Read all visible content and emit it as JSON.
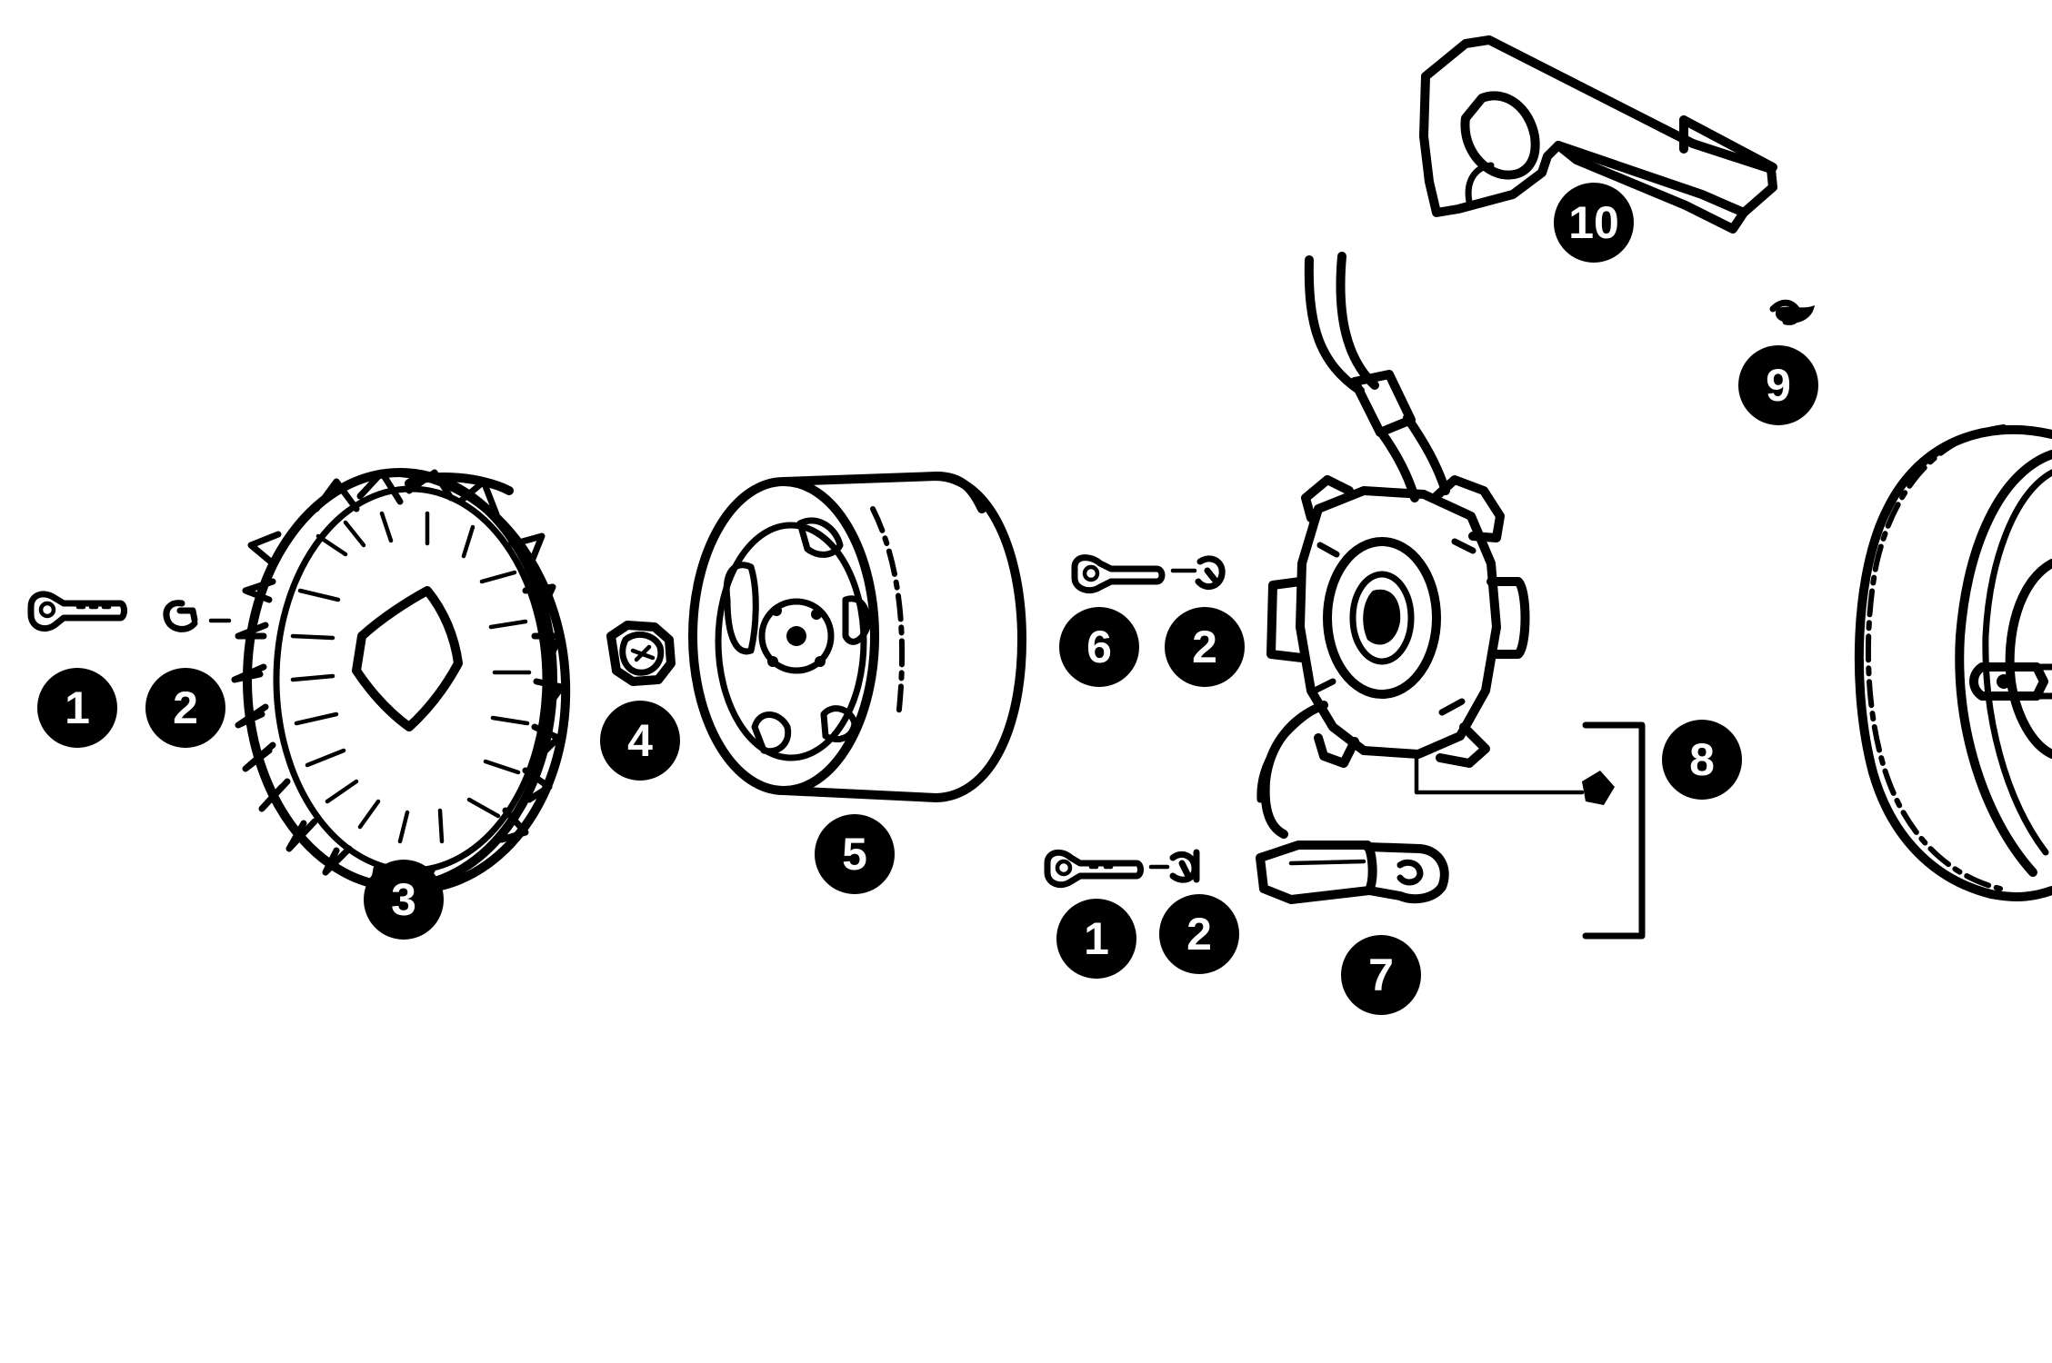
{
  "callouts": [
    "1",
    "2",
    "3",
    "4",
    "5",
    "6",
    "2",
    "1",
    "2",
    "7",
    "8",
    "9",
    "10"
  ]
}
